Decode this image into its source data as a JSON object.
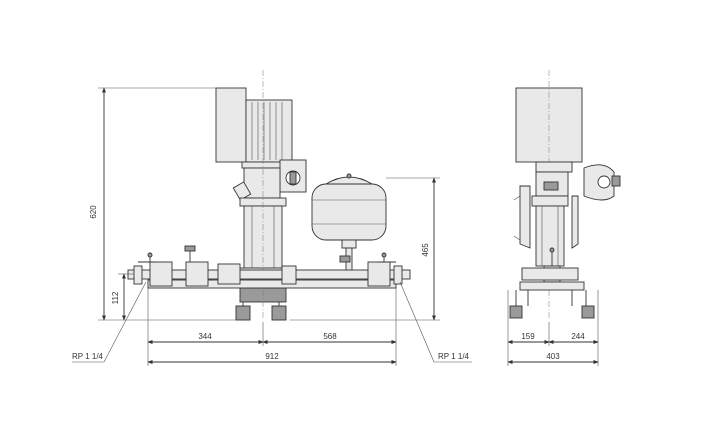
{
  "dimensions": {
    "height_total": "620",
    "height_inlet": "112",
    "height_tank": "465",
    "width_left": "344",
    "width_right": "568",
    "width_total": "912",
    "side_width_left": "159",
    "side_width_right": "244",
    "side_width_total": "403"
  },
  "callouts": {
    "left_connection": "RP 1 1/4",
    "right_connection": "RP 1 1/4"
  },
  "colors": {
    "line": "#333333",
    "fill": "#e9e9e9",
    "dark": "#9a9a9a"
  }
}
